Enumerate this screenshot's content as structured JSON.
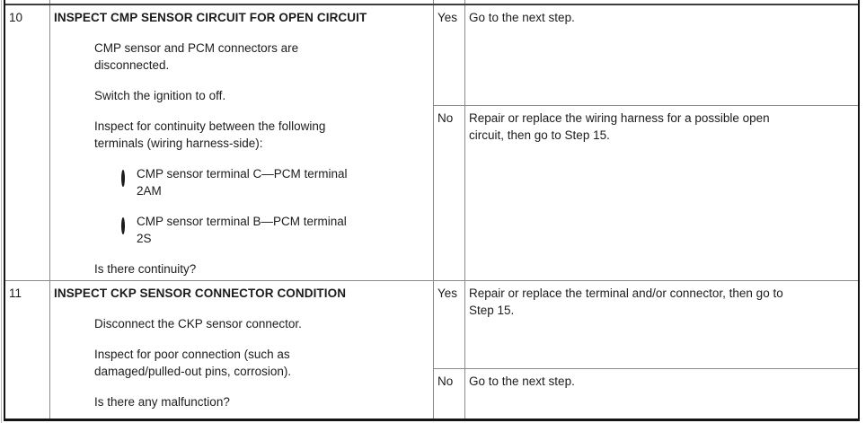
{
  "colors": {
    "background": "#ffffff",
    "text": "#1c1c1c",
    "outer_border": "#141414",
    "inner_border": "#8a8a8a"
  },
  "table": {
    "rows": [
      {
        "step": "10",
        "title": "INSPECT CMP SENSOR CIRCUIT FOR OPEN CIRCUIT",
        "bullets": [
          {
            "level": 1,
            "icon": "filled-bullet",
            "text": "CMP sensor and PCM connectors are\ndisconnected."
          },
          {
            "level": 1,
            "icon": "filled-bullet",
            "text": "Switch the ignition to off."
          },
          {
            "level": 1,
            "icon": "filled-bullet",
            "text": "Inspect for continuity between the following\nterminals (wiring harness-side):"
          },
          {
            "level": 2,
            "icon": "hollow-bullet",
            "text": "CMP sensor terminal C—PCM terminal\n2AM"
          },
          {
            "level": 2,
            "icon": "hollow-bullet",
            "text": "CMP sensor terminal B—PCM terminal\n2S"
          },
          {
            "level": 1,
            "icon": "filled-bullet",
            "text": "Is there continuity?"
          }
        ],
        "yes_label": "Yes",
        "yes_action": "Go to the next step.",
        "no_label": "No",
        "no_action": "Repair or replace the wiring harness for a possible open\ncircuit, then go to Step 15."
      },
      {
        "step": "11",
        "title": "INSPECT CKP SENSOR CONNECTOR CONDITION",
        "bullets": [
          {
            "level": 1,
            "icon": "filled-bullet",
            "text": "Disconnect the CKP sensor connector."
          },
          {
            "level": 1,
            "icon": "filled-bullet",
            "text": "Inspect for poor connection (such as\ndamaged/pulled-out pins, corrosion)."
          },
          {
            "level": 1,
            "icon": "filled-bullet",
            "text": "Is there any malfunction?"
          }
        ],
        "yes_label": "Yes",
        "yes_action": "Repair or replace the terminal and/or connector, then go to\nStep 15.",
        "no_label": "No",
        "no_action": "Go to the next step."
      }
    ]
  }
}
